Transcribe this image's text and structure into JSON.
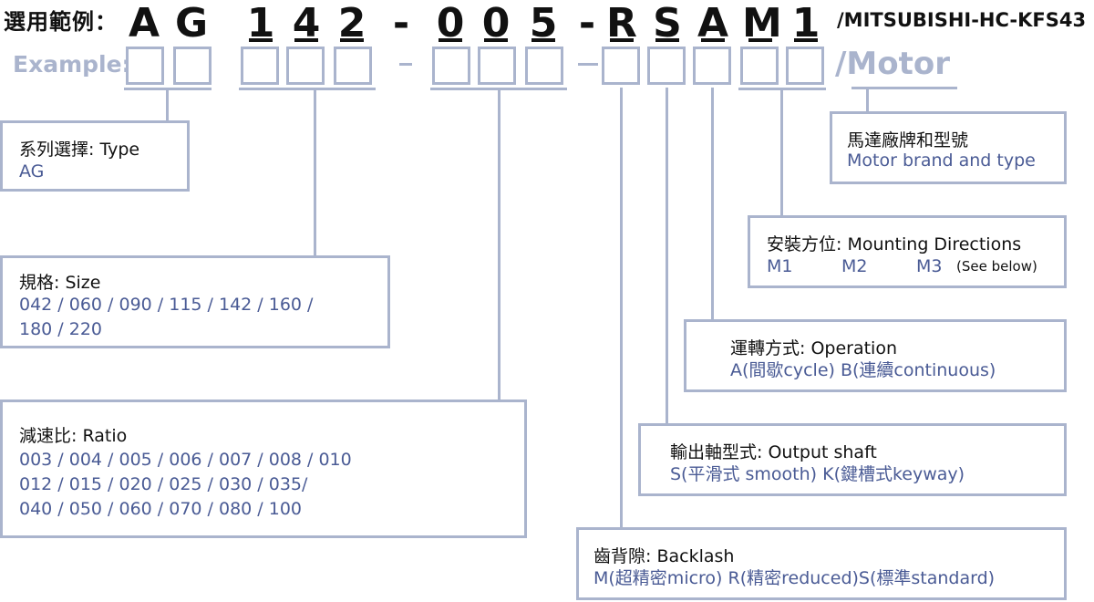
{
  "header": {
    "title_label": "選用範例：",
    "code_chars": [
      "A",
      "G",
      "1",
      "4",
      "2",
      "-",
      "0",
      "0",
      "5",
      "-",
      "R",
      "S",
      "A",
      "M",
      "1"
    ],
    "suffix": "/MITSUBISHI-HC-KFS43",
    "example_label": "Example:",
    "motor_label": "/Motor"
  },
  "boxes": {
    "type": {
      "title": "系列選擇: Type",
      "values": [
        "AG"
      ]
    },
    "size": {
      "title": "規格: Size",
      "values": [
        "042 / 060 / 090 / 115 / 142 / 160 /",
        "180 / 220"
      ]
    },
    "ratio": {
      "title": "減速比: Ratio",
      "values": [
        "003 / 004 / 005 / 006 / 007 / 008 / 010",
        "012 / 015 / 020 / 025 / 030 / 035/",
        "040 / 050 / 060 / 070 / 080 / 100"
      ]
    },
    "motor": {
      "title": "馬達廠牌和型號",
      "values": [
        "Motor brand and type"
      ]
    },
    "mounting": {
      "title": "安裝方位:  Mounting Directions",
      "m1": "M1",
      "m2": "M2",
      "m3": "M3",
      "note": "(See below)"
    },
    "operation": {
      "title": "運轉方式: Operation",
      "values": [
        "A(間歇cycle)  B(連續continuous)"
      ]
    },
    "shaft": {
      "title": "輸出軸型式: Output shaft",
      "values": [
        "S(平滑式  smooth)   K(鍵槽式keyway)"
      ]
    },
    "backlash": {
      "title": "齒背隙: Backlash",
      "values": [
        "M(超精密micro) R(精密reduced)S(標準standard)"
      ]
    }
  },
  "colors": {
    "line": "#aab4cd",
    "value_text": "#4a5b95",
    "title_text": "#111111"
  }
}
